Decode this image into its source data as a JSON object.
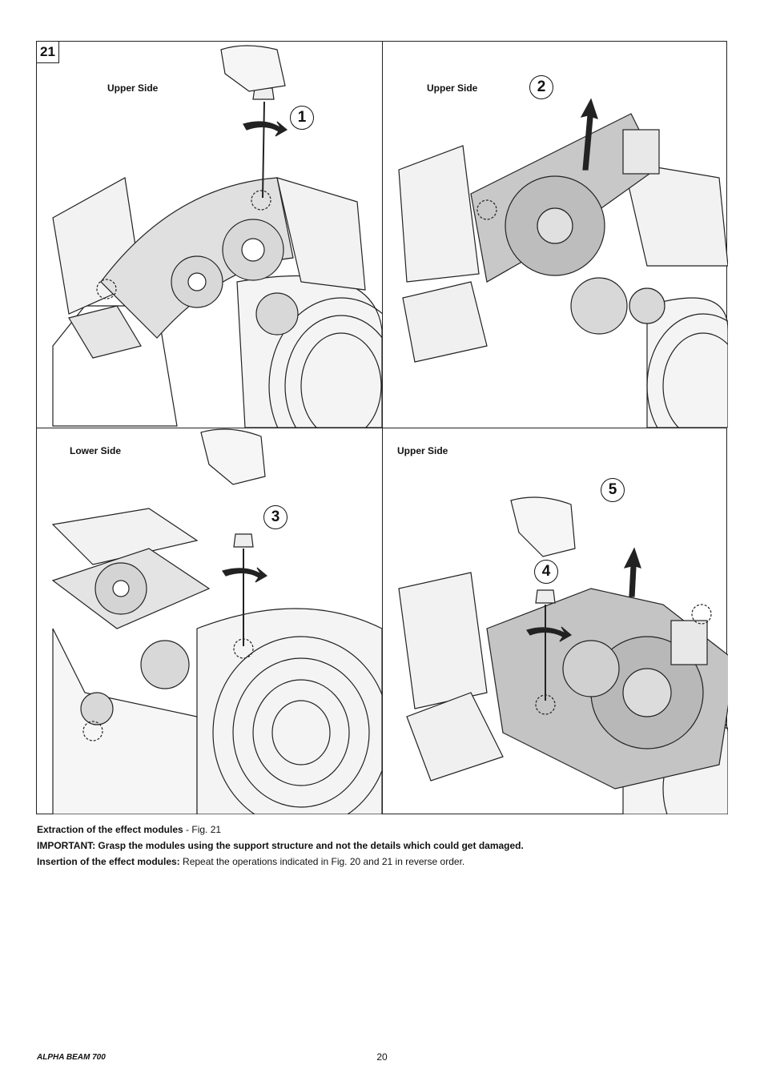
{
  "figure": {
    "number": "21",
    "panels": [
      {
        "label": "Upper Side",
        "steps": [
          "1"
        ]
      },
      {
        "label": "Upper Side",
        "steps": [
          "2"
        ]
      },
      {
        "label": "Lower Side",
        "steps": [
          "3"
        ]
      },
      {
        "label": "Upper Side",
        "steps": [
          "4",
          "5"
        ]
      }
    ]
  },
  "captions": {
    "extraction_bold": "Extraction of the effect modules",
    "extraction_rest": " - Fig. 21",
    "important": "IMPORTANT: Grasp the modules using the support structure and not the details which could get damaged.",
    "insertion_bold": "Insertion of the effect modules:",
    "insertion_rest": " Repeat the operations indicated in Fig. 20 and 21 in reverse order."
  },
  "footer": {
    "product": "ALPHA BEAM 700",
    "page_number": "20"
  }
}
